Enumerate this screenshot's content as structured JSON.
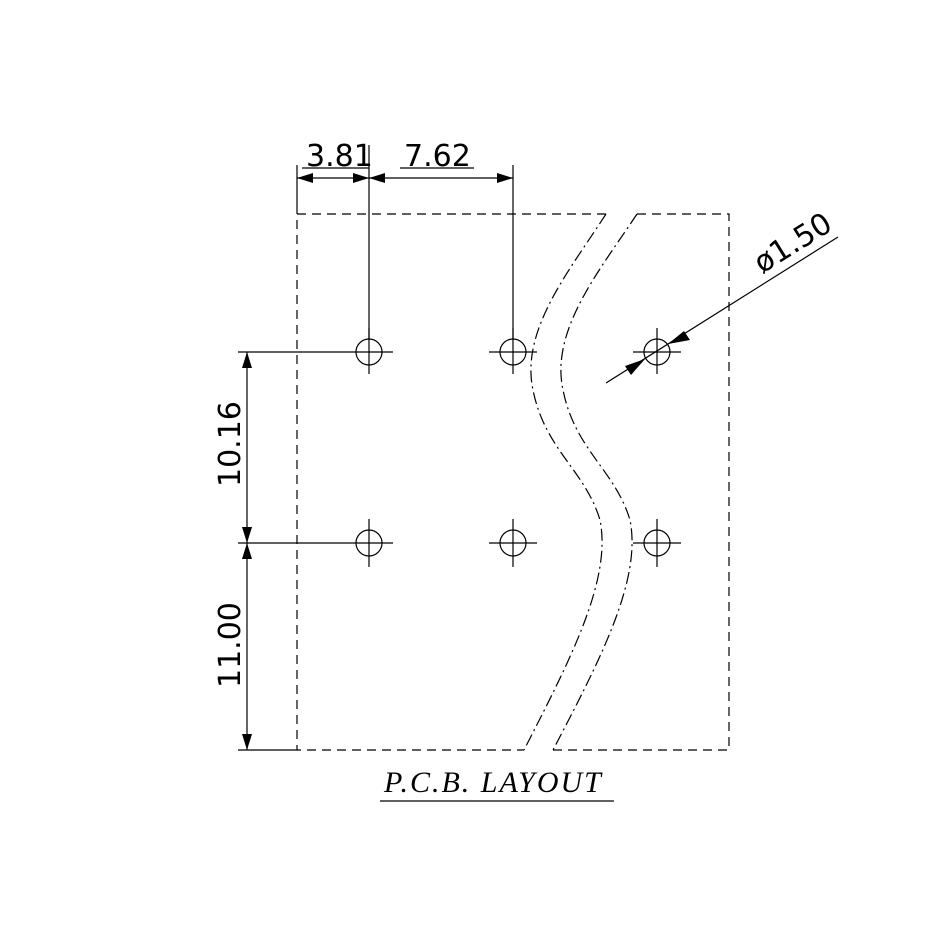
{
  "title": "P.C.B. LAYOUT",
  "dimensions": {
    "offset": "3.81",
    "pitch_x": "7.62",
    "pitch_y": "10.16",
    "bottom_margin": "11.00",
    "hole_diameter": "ø1.50"
  }
}
